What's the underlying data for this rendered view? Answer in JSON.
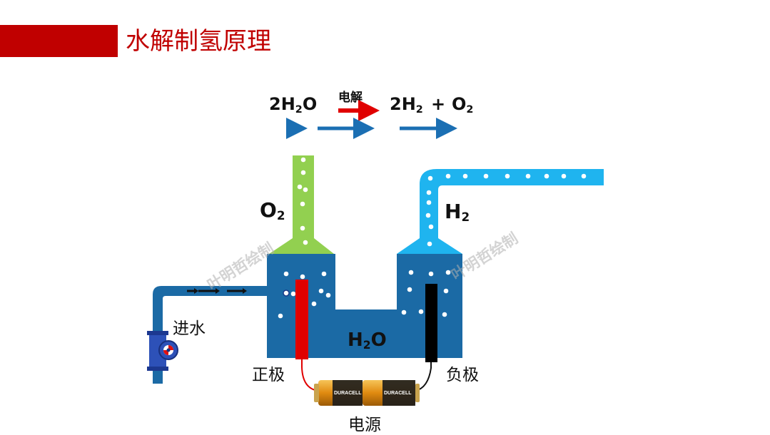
{
  "slide": {
    "title": "水解制氢原理",
    "accent_color": "#c00000"
  },
  "equation": {
    "reactant": {
      "coef": "2H",
      "sub": "2",
      "rest": "O"
    },
    "arrow_label": "电解",
    "product_h2": {
      "coef": "2H",
      "sub": "2"
    },
    "plus": "+",
    "product_o2": {
      "main": "O",
      "sub": "2"
    }
  },
  "labels": {
    "o2": {
      "main": "O",
      "sub": "2"
    },
    "h2": {
      "main": "H",
      "sub": "2"
    },
    "water": {
      "main": "H",
      "sub": "2",
      "rest": "O"
    },
    "inlet": "进水",
    "anode": "正极",
    "cathode": "负极",
    "power": "电源",
    "battery_brand": "DURACELL"
  },
  "watermark": "叶明哲绘制",
  "colors": {
    "tank": "#1b6aa5",
    "o2_pipe": "#92d050",
    "h2_pipe": "#1fb4ef",
    "anode": "#e00000",
    "cathode": "#000000",
    "flow_arrow": "#1b6fb3"
  }
}
